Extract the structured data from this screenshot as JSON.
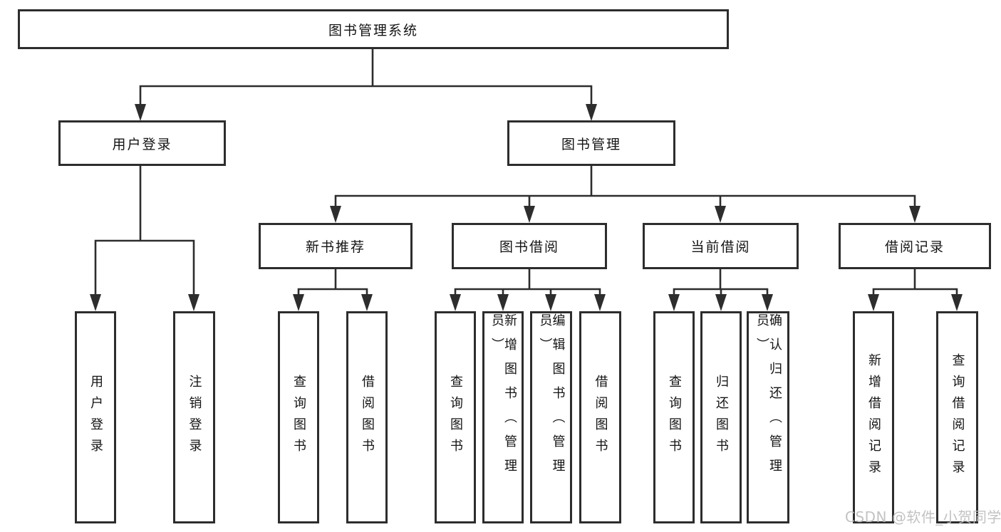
{
  "diagram": {
    "tree": {
      "label": "图书管理系统",
      "children": [
        {
          "label": "用户登录",
          "children": [
            {
              "label": "用户登录"
            },
            {
              "label": "注销登录"
            }
          ]
        },
        {
          "label": "图书管理",
          "children": [
            {
              "label": "新书推荐",
              "children": [
                {
                  "label": "查询图书"
                },
                {
                  "label": "借阅图书"
                }
              ]
            },
            {
              "label": "图书借阅",
              "children": [
                {
                  "label": "查询图书"
                },
                {
                  "label": "新增图书（管理员）"
                },
                {
                  "label": "编辑图书（管理员）"
                },
                {
                  "label": "借阅图书"
                }
              ]
            },
            {
              "label": "当前借阅",
              "children": [
                {
                  "label": "查询图书"
                },
                {
                  "label": "归还图书"
                },
                {
                  "label": "确认归还（管理员）"
                }
              ]
            },
            {
              "label": "借阅记录",
              "children": [
                {
                  "label": "新增借阅记录"
                },
                {
                  "label": "查询借阅记录"
                }
              ]
            }
          ]
        }
      ]
    },
    "colors": {
      "line": "#2d2d2d",
      "text": "#141414",
      "background": "#ffffff",
      "watermark": "#bdbdbd"
    }
  },
  "watermark": {
    "text": "CSDN @软件_小贺同学"
  }
}
